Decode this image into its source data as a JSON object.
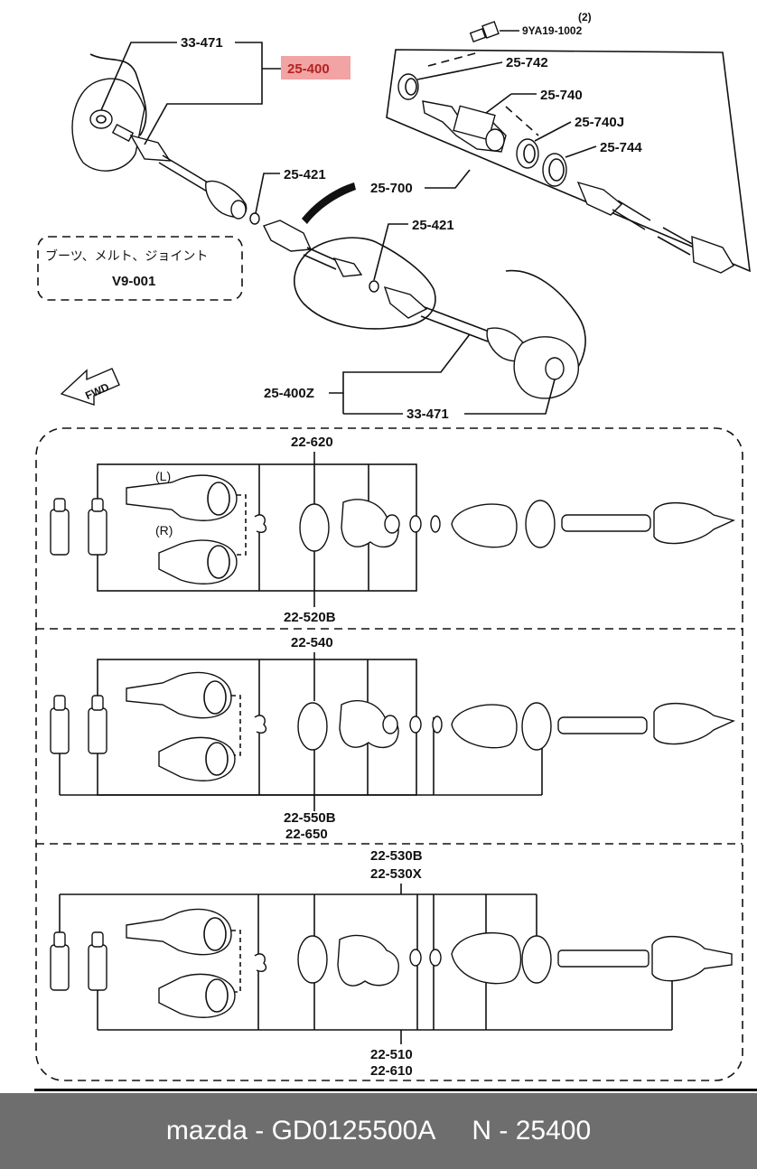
{
  "callouts": {
    "top_hub_left": "33-471",
    "highlight": "25-400",
    "bolt_qty": "(2)",
    "bolt": "9YA19-1002",
    "seal": "25-742",
    "bracket": "25-740",
    "bearing": "25-740J",
    "clip": "25-744",
    "clip_a": "25-421",
    "assembly": "25-700",
    "clip_b": "25-421",
    "shaft_right": "25-400Z",
    "hub_right": "33-471"
  },
  "reference_box": {
    "text": "ブーツ、メルト、ジョイント",
    "code": "V9-001"
  },
  "fwd_label": "FWD",
  "panel1": {
    "top_label": "22-620",
    "bottom_label": "22-520B",
    "left_tag": "(L)",
    "right_tag": "(R)"
  },
  "panel2": {
    "top_label": "22-540",
    "bottom_label_1": "22-550B",
    "bottom_label_2": "22-650"
  },
  "panel3": {
    "top_label_1": "22-530B",
    "top_label_2": "22-530X",
    "bottom_label_1": "22-510",
    "bottom_label_2": "22-610"
  },
  "footer": {
    "text": "mazda - GD0125500A     N - 25400"
  },
  "colors": {
    "highlight": "#f2a3a3",
    "footer_bg": "#6e6e6e",
    "footer_text": "#ffffff"
  }
}
